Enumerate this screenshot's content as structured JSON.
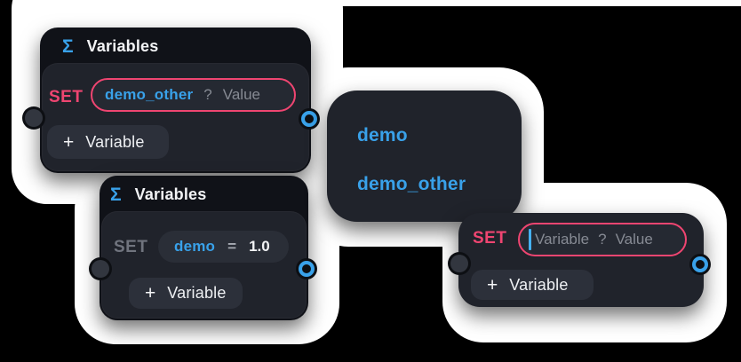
{
  "canvas": {
    "background": "#000000",
    "halo_color": "#ffffff"
  },
  "colors": {
    "accent_pink": "#ef4571",
    "accent_blue": "#39a1e9",
    "node_header_bg": "#101218",
    "node_body_bg": "#20232b",
    "text_white": "#f2f3f5",
    "text_gray": "#868a93"
  },
  "node_top": {
    "icon": "Σ",
    "title": "Variables",
    "set_label": "SET",
    "variable_name": "demo_other",
    "separator": "?",
    "value_placeholder": "Value",
    "add_plus": "+",
    "add_label": "Variable"
  },
  "node_middle": {
    "icon": "Σ",
    "title": "Variables",
    "set_label": "SET",
    "variable_name": "demo",
    "equals": "=",
    "value": "1.0",
    "add_plus": "+",
    "add_label": "Variable"
  },
  "dropdown": {
    "items": [
      "demo",
      "demo_other"
    ]
  },
  "node_bottom": {
    "set_label": "SET",
    "name_placeholder": "Variable",
    "separator": "?",
    "value_placeholder": "Value",
    "add_plus": "+",
    "add_label": "Variable"
  }
}
